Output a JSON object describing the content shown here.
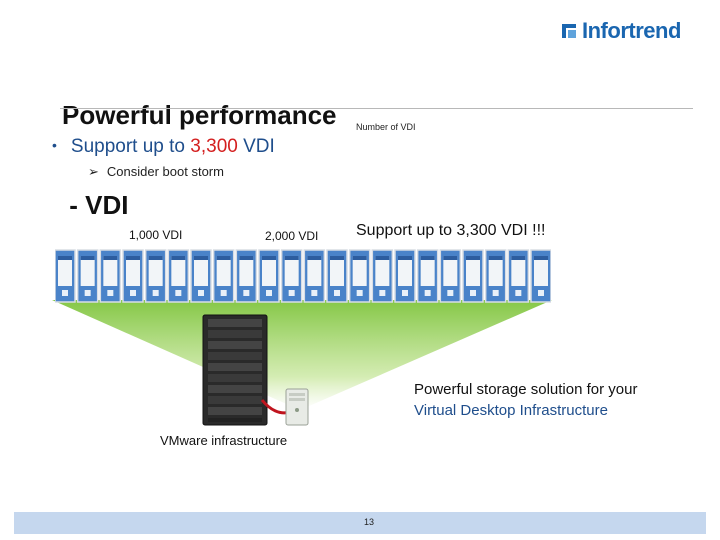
{
  "slide": {
    "title_line1": "Powerful performance",
    "title_line2": " - VDI",
    "logo_text": "Infortrend",
    "number_of_vdi_label": "Number of VDI",
    "bullet_prefix": "Support up to ",
    "bullet_highlight": "3,300",
    "bullet_suffix": " VDI",
    "sub_bullet": "Consider boot storm",
    "label_1000": "1,000  VDI",
    "label_2000": "2,000  VDI",
    "label_3300": "Support up to 3,300  VDI !!!",
    "vmware_label": "VMware infrastructure",
    "tagline_line1": "Powerful storage solution for your",
    "tagline_line2": "Virtual Desktop Infrastructure",
    "page_number": "13"
  },
  "colors": {
    "title_text": "#111111",
    "bullet_blue": "#1f4e8c",
    "highlight_red": "#d42020",
    "logo_blue": "#1a66b0",
    "cone_green": "#9bd25a",
    "footer_band": "#c5d7ee"
  },
  "icons": {
    "logo": "infortrend-logo-icon",
    "desktop": "windows-desktop-icon",
    "server": "server-rack-icon",
    "pc": "desktop-pc-icon"
  },
  "desktop_screen_count": 22
}
